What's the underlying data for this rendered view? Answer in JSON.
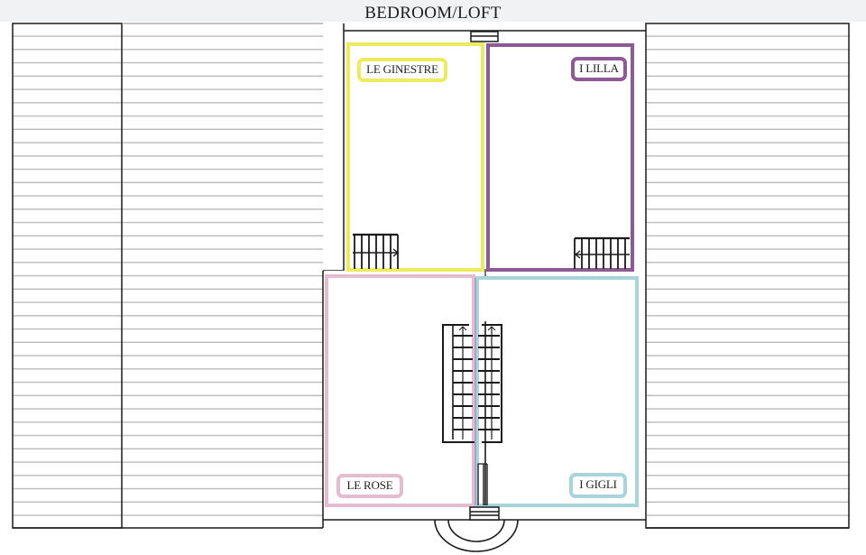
{
  "title": "BEDROOM/LOFT",
  "colors": {
    "le_ginestre": "#eeea5e",
    "i_lilla": "#8e5a96",
    "le_rose": "#e6bcd0",
    "i_gigli": "#a8d4dc",
    "wall": "#1a1a1a",
    "stripe": "#b9b9b9",
    "topbar": "#f1f2f4"
  },
  "rooms": [
    {
      "id": "le-ginestre",
      "label": "LE GINESTRE",
      "position": "top-left",
      "color": "#eeea5e"
    },
    {
      "id": "i-lilla",
      "label": "I LILLA",
      "position": "top-right",
      "color": "#8e5a96"
    },
    {
      "id": "le-rose",
      "label": "LE ROSE",
      "position": "bottom-left",
      "color": "#e6bcd0"
    },
    {
      "id": "i-gigli",
      "label": "I GIGLI",
      "position": "bottom-right",
      "color": "#a8d4dc"
    }
  ],
  "features": {
    "left_roof_panel": "striped roof area (left)",
    "right_roof_panel": "striped roof area (right)",
    "central_staircase": "double-run staircase between Le Rose and I Gigli",
    "stairs_le_ginestre": "small staircase, arrow pointing right",
    "stairs_i_lilla": "small staircase, arrow pointing left",
    "entrance": "semicircular entrance steps at bottom center",
    "top_window": "window at top center"
  }
}
